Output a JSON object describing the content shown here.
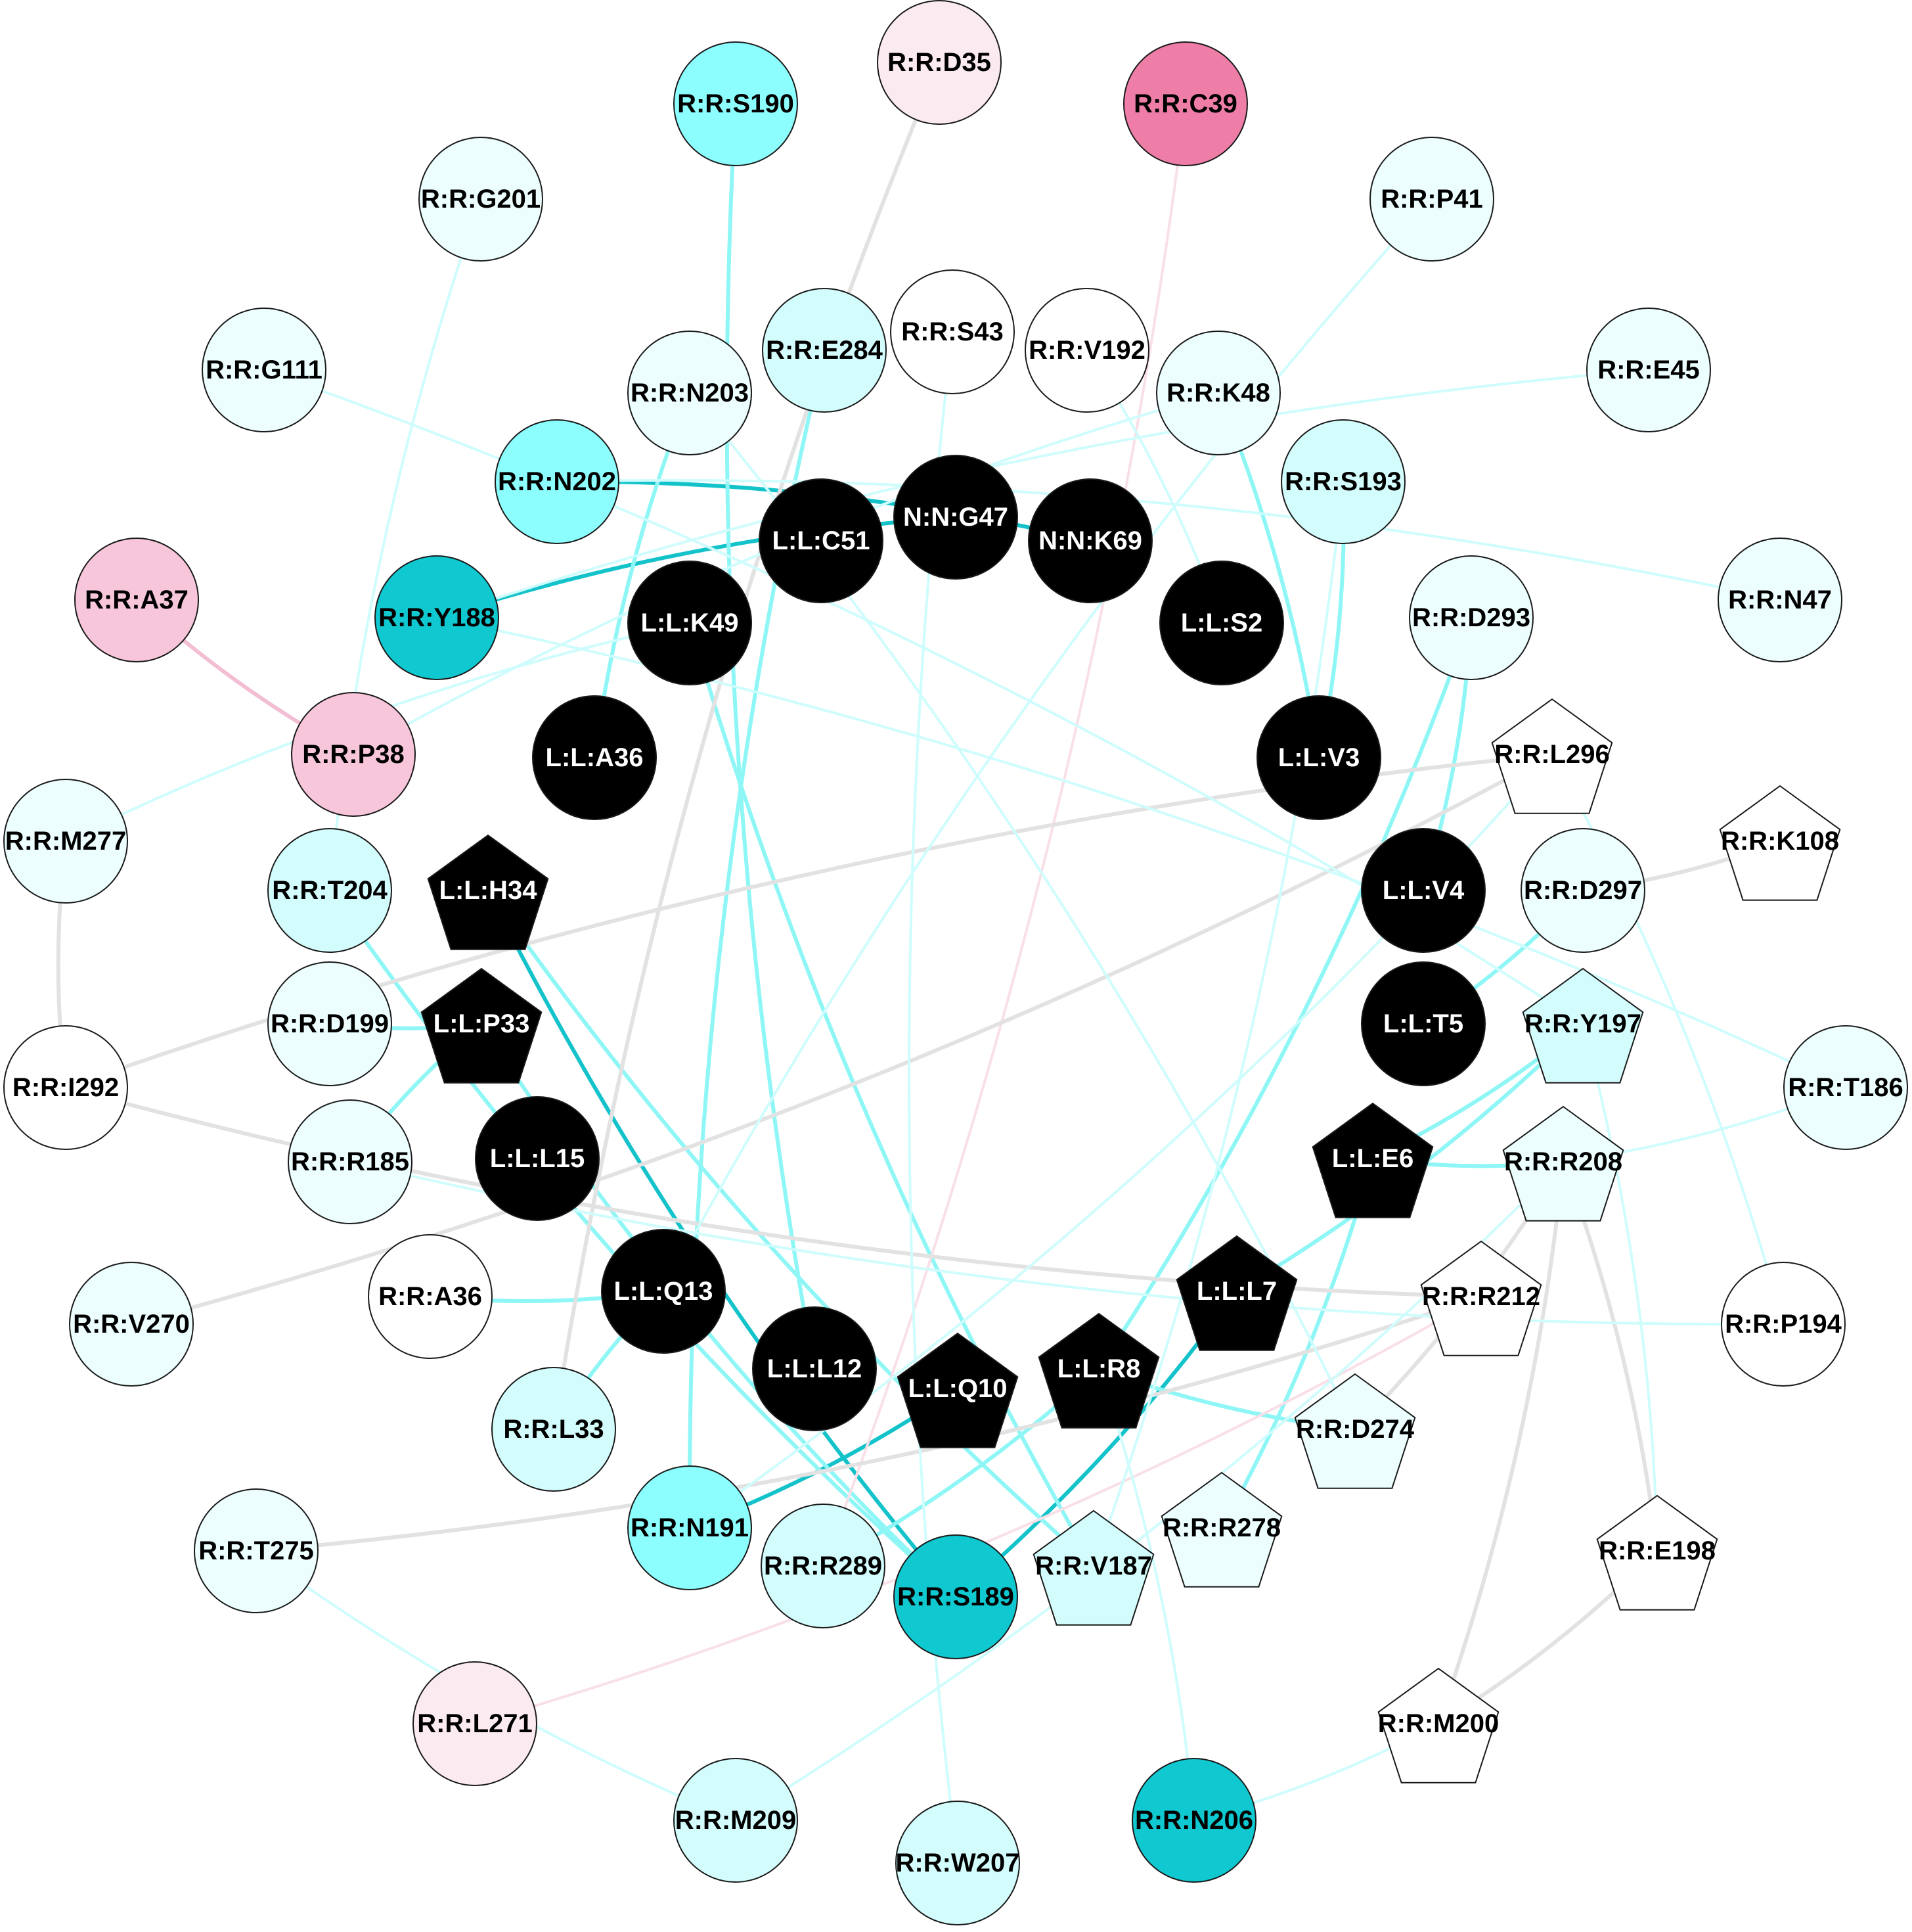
{
  "colors": {
    "black": "#000000",
    "c_white": "#ffffff",
    "c_pale_cyan": "#ecfefe",
    "c_light_cyan": "#d3fcfd",
    "c_cyan": "#8cfefe",
    "c_teal": "#0fc8d0",
    "c_pale_pink": "#fbeaf0",
    "c_pink": "#f7c6db",
    "c_magenta": "#ee7ea8",
    "e_cyan": "#8ff6f6",
    "e_teal": "#14c3ca",
    "e_pale_cyan": "#cffcfc",
    "e_gray": "#e2e2e2",
    "e_pink": "#f3bed3",
    "e_pale_pink": "#f9dfe8"
  },
  "nodes": [
    {
      "id": "R:R:S190",
      "shape": "circle",
      "fill": "c_cyan"
    },
    {
      "id": "R:R:D35",
      "shape": "circle",
      "fill": "c_pale_pink"
    },
    {
      "id": "R:R:C39",
      "shape": "circle",
      "fill": "c_magenta"
    },
    {
      "id": "R:R:G201",
      "shape": "circle",
      "fill": "c_pale_cyan"
    },
    {
      "id": "R:R:P41",
      "shape": "circle",
      "fill": "c_pale_cyan"
    },
    {
      "id": "R:R:E284",
      "shape": "circle",
      "fill": "c_light_cyan"
    },
    {
      "id": "R:R:S43",
      "shape": "circle",
      "fill": "c_white"
    },
    {
      "id": "R:R:V192",
      "shape": "circle",
      "fill": "c_white"
    },
    {
      "id": "R:R:G111",
      "shape": "circle",
      "fill": "c_pale_cyan"
    },
    {
      "id": "R:R:N203",
      "shape": "circle",
      "fill": "c_pale_cyan"
    },
    {
      "id": "R:R:K48",
      "shape": "circle",
      "fill": "c_pale_cyan"
    },
    {
      "id": "R:R:E45",
      "shape": "circle",
      "fill": "c_pale_cyan"
    },
    {
      "id": "R:R:N202",
      "shape": "circle",
      "fill": "c_cyan"
    },
    {
      "id": "R:R:S193",
      "shape": "circle",
      "fill": "c_light_cyan"
    },
    {
      "id": "N:N:G47",
      "shape": "circle",
      "fill": "black"
    },
    {
      "id": "L:L:C51",
      "shape": "circle",
      "fill": "black"
    },
    {
      "id": "N:N:K69",
      "shape": "circle",
      "fill": "black"
    },
    {
      "id": "R:R:N47",
      "shape": "circle",
      "fill": "c_pale_cyan"
    },
    {
      "id": "R:R:A37",
      "shape": "circle",
      "fill": "c_pink"
    },
    {
      "id": "R:R:Y188",
      "shape": "circle",
      "fill": "c_teal"
    },
    {
      "id": "L:L:K49",
      "shape": "circle",
      "fill": "black"
    },
    {
      "id": "L:L:S2",
      "shape": "circle",
      "fill": "black"
    },
    {
      "id": "R:R:D293",
      "shape": "circle",
      "fill": "c_pale_cyan"
    },
    {
      "id": "R:R:P38",
      "shape": "circle",
      "fill": "c_pink"
    },
    {
      "id": "L:L:A36",
      "shape": "circle",
      "fill": "black"
    },
    {
      "id": "L:L:V3",
      "shape": "circle",
      "fill": "black"
    },
    {
      "id": "R:R:L296",
      "shape": "pentagon",
      "fill": "c_white"
    },
    {
      "id": "R:R:M277",
      "shape": "circle",
      "fill": "c_pale_cyan"
    },
    {
      "id": "R:R:K108",
      "shape": "pentagon",
      "fill": "c_white"
    },
    {
      "id": "R:R:T204",
      "shape": "circle",
      "fill": "c_light_cyan"
    },
    {
      "id": "L:L:H34",
      "shape": "pentagon",
      "fill": "black"
    },
    {
      "id": "L:L:V4",
      "shape": "circle",
      "fill": "black"
    },
    {
      "id": "R:R:D297",
      "shape": "circle",
      "fill": "c_pale_cyan"
    },
    {
      "id": "R:R:D199",
      "shape": "circle",
      "fill": "c_pale_cyan"
    },
    {
      "id": "L:L:P33",
      "shape": "pentagon",
      "fill": "black"
    },
    {
      "id": "L:L:T5",
      "shape": "circle",
      "fill": "black"
    },
    {
      "id": "R:R:Y197",
      "shape": "pentagon",
      "fill": "c_light_cyan"
    },
    {
      "id": "R:R:I292",
      "shape": "circle",
      "fill": "c_white"
    },
    {
      "id": "R:R:T186",
      "shape": "circle",
      "fill": "c_pale_cyan"
    },
    {
      "id": "R:R:R185",
      "shape": "circle",
      "fill": "c_pale_cyan"
    },
    {
      "id": "L:L:L15",
      "shape": "circle",
      "fill": "black"
    },
    {
      "id": "L:L:E6",
      "shape": "pentagon",
      "fill": "black"
    },
    {
      "id": "R:R:R208",
      "shape": "pentagon",
      "fill": "c_pale_cyan"
    },
    {
      "id": "R:R:V270",
      "shape": "circle",
      "fill": "c_pale_cyan"
    },
    {
      "id": "R:R:A36",
      "shape": "circle",
      "fill": "c_white"
    },
    {
      "id": "L:L:Q13",
      "shape": "circle",
      "fill": "black"
    },
    {
      "id": "L:L:L7",
      "shape": "pentagon",
      "fill": "black"
    },
    {
      "id": "R:R:R212",
      "shape": "pentagon",
      "fill": "c_white"
    },
    {
      "id": "R:R:P194",
      "shape": "circle",
      "fill": "c_white"
    },
    {
      "id": "L:L:L12",
      "shape": "circle",
      "fill": "black"
    },
    {
      "id": "L:L:Q10",
      "shape": "pentagon",
      "fill": "black"
    },
    {
      "id": "L:L:R8",
      "shape": "pentagon",
      "fill": "black"
    },
    {
      "id": "R:R:L33",
      "shape": "circle",
      "fill": "c_light_cyan"
    },
    {
      "id": "R:R:D274",
      "shape": "pentagon",
      "fill": "c_pale_cyan"
    },
    {
      "id": "R:R:N191",
      "shape": "circle",
      "fill": "c_cyan"
    },
    {
      "id": "R:R:R278",
      "shape": "pentagon",
      "fill": "c_pale_cyan"
    },
    {
      "id": "R:R:T275",
      "shape": "circle",
      "fill": "c_pale_cyan"
    },
    {
      "id": "R:R:R289",
      "shape": "circle",
      "fill": "c_light_cyan"
    },
    {
      "id": "R:R:S189",
      "shape": "circle",
      "fill": "c_teal"
    },
    {
      "id": "R:R:V187",
      "shape": "pentagon",
      "fill": "c_light_cyan"
    },
    {
      "id": "R:R:E198",
      "shape": "pentagon",
      "fill": "c_white"
    },
    {
      "id": "R:R:L271",
      "shape": "circle",
      "fill": "c_pale_pink"
    },
    {
      "id": "R:R:M200",
      "shape": "pentagon",
      "fill": "c_white"
    },
    {
      "id": "R:R:M209",
      "shape": "circle",
      "fill": "c_light_cyan"
    },
    {
      "id": "R:R:N206",
      "shape": "circle",
      "fill": "c_teal"
    },
    {
      "id": "R:R:W207",
      "shape": "circle",
      "fill": "c_light_cyan"
    }
  ],
  "edges": [
    {
      "source": "R:R:N202",
      "target": "N:N:K69",
      "color": "e_teal"
    },
    {
      "source": "R:R:Y188",
      "target": "N:N:G47",
      "color": "e_teal"
    },
    {
      "source": "L:L:H34",
      "target": "R:R:S189",
      "color": "e_teal"
    },
    {
      "source": "L:L:Q10",
      "target": "R:R:N191",
      "color": "e_teal"
    },
    {
      "source": "L:L:L7",
      "target": "R:R:S189",
      "color": "e_teal"
    },
    {
      "source": "R:R:S190",
      "target": "L:L:L12",
      "color": "e_cyan"
    },
    {
      "source": "R:R:E284",
      "target": "R:R:N191",
      "color": "e_cyan"
    },
    {
      "source": "R:R:N203",
      "target": "L:L:A36",
      "color": "e_cyan"
    },
    {
      "source": "R:R:K48",
      "target": "L:L:V3",
      "color": "e_cyan"
    },
    {
      "source": "R:R:S193",
      "target": "L:L:V3",
      "color": "e_cyan"
    },
    {
      "source": "R:R:D293",
      "target": "L:L:V4",
      "color": "e_cyan"
    },
    {
      "source": "R:R:D293",
      "target": "L:L:R8",
      "color": "e_cyan"
    },
    {
      "source": "R:R:D297",
      "target": "L:L:T5",
      "color": "e_cyan"
    },
    {
      "source": "R:R:Y197",
      "target": "L:L:E6",
      "color": "e_cyan"
    },
    {
      "source": "R:R:Y197",
      "target": "L:L:L7",
      "color": "e_cyan"
    },
    {
      "source": "L:L:E6",
      "target": "R:R:R208",
      "color": "e_cyan"
    },
    {
      "source": "L:L:E6",
      "target": "R:R:R278",
      "color": "e_cyan"
    },
    {
      "source": "R:R:T204",
      "target": "R:R:S189",
      "color": "e_cyan"
    },
    {
      "source": "R:R:D199",
      "target": "L:L:P33",
      "color": "e_cyan"
    },
    {
      "source": "L:L:P33",
      "target": "R:R:R185",
      "color": "e_cyan"
    },
    {
      "source": "L:L:P33",
      "target": "R:R:S189",
      "color": "e_cyan"
    },
    {
      "source": "L:L:H34",
      "target": "R:R:V187",
      "color": "e_cyan"
    },
    {
      "source": "L:L:Q13",
      "target": "R:R:A36",
      "color": "e_cyan"
    },
    {
      "source": "L:L:Q13",
      "target": "R:R:L33",
      "color": "e_cyan"
    },
    {
      "source": "L:L:R8",
      "target": "R:R:D274",
      "color": "e_cyan"
    },
    {
      "source": "L:L:R8",
      "target": "R:R:R289",
      "color": "e_cyan"
    },
    {
      "source": "L:L:K49",
      "target": "R:R:V187",
      "color": "e_cyan"
    },
    {
      "source": "R:R:A37",
      "target": "R:R:P38",
      "color": "e_pink"
    },
    {
      "source": "R:R:C39",
      "target": "R:R:R289",
      "color": "e_pale_pink"
    },
    {
      "source": "R:R:R212",
      "target": "R:R:L271",
      "color": "e_pale_pink"
    },
    {
      "source": "R:R:D35",
      "target": "R:R:L33",
      "color": "e_gray"
    },
    {
      "source": "R:R:L296",
      "target": "R:R:I292",
      "color": "e_gray"
    },
    {
      "source": "R:R:L296",
      "target": "R:R:V270",
      "color": "e_gray"
    },
    {
      "source": "R:R:K108",
      "target": "R:R:D297",
      "color": "e_gray"
    },
    {
      "source": "R:R:M277",
      "target": "R:R:I292",
      "color": "e_gray"
    },
    {
      "source": "R:R:I292",
      "target": "R:R:R212",
      "color": "e_gray"
    },
    {
      "source": "R:R:T275",
      "target": "R:R:R212",
      "color": "e_gray"
    },
    {
      "source": "R:R:R208",
      "target": "R:R:E198",
      "color": "e_gray"
    },
    {
      "source": "R:R:R208",
      "target": "R:R:M200",
      "color": "e_gray"
    },
    {
      "source": "R:R:R208",
      "target": "R:R:D274",
      "color": "e_gray"
    },
    {
      "source": "R:R:E198",
      "target": "R:R:M200",
      "color": "e_gray"
    },
    {
      "source": "R:R:G201",
      "target": "R:R:T204",
      "color": "e_pale_cyan"
    },
    {
      "source": "R:R:G111",
      "target": "R:R:Y197",
      "color": "e_pale_cyan"
    },
    {
      "source": "R:R:P41",
      "target": "L:L:Q13",
      "color": "e_pale_cyan"
    },
    {
      "source": "R:R:E45",
      "target": "R:R:Y188",
      "color": "e_pale_cyan"
    },
    {
      "source": "R:R:V192",
      "target": "L:L:S2",
      "color": "e_pale_cyan"
    },
    {
      "source": "R:R:K48",
      "target": "R:R:P38",
      "color": "e_pale_cyan"
    },
    {
      "source": "R:R:N47",
      "target": "R:R:N202",
      "color": "e_pale_cyan"
    },
    {
      "source": "R:R:S43",
      "target": "R:R:W207",
      "color": "e_pale_cyan"
    },
    {
      "source": "R:R:M277",
      "target": "L:L:K49",
      "color": "e_pale_cyan"
    },
    {
      "source": "R:R:Y188",
      "target": "R:R:T186",
      "color": "e_pale_cyan"
    },
    {
      "source": "R:R:T186",
      "target": "R:R:R208",
      "color": "e_pale_cyan"
    },
    {
      "source": "R:R:L296",
      "target": "R:R:P194",
      "color": "e_pale_cyan"
    },
    {
      "source": "R:R:R185",
      "target": "R:R:P194",
      "color": "e_pale_cyan"
    },
    {
      "source": "R:R:Y197",
      "target": "R:R:E198",
      "color": "e_pale_cyan"
    },
    {
      "source": "R:R:T275",
      "target": "R:R:M209",
      "color": "e_pale_cyan"
    },
    {
      "source": "R:R:M209",
      "target": "R:R:R208",
      "color": "e_pale_cyan"
    },
    {
      "source": "R:R:N206",
      "target": "R:R:M200",
      "color": "e_pale_cyan"
    },
    {
      "source": "R:R:N206",
      "target": "L:L:R8",
      "color": "e_pale_cyan"
    },
    {
      "source": "R:R:N203",
      "target": "R:R:D274",
      "color": "e_pale_cyan"
    },
    {
      "source": "R:R:N191",
      "target": "R:R:L296",
      "color": "e_pale_cyan"
    },
    {
      "source": "R:R:S193",
      "target": "R:R:V187",
      "color": "e_pale_cyan"
    }
  ]
}
